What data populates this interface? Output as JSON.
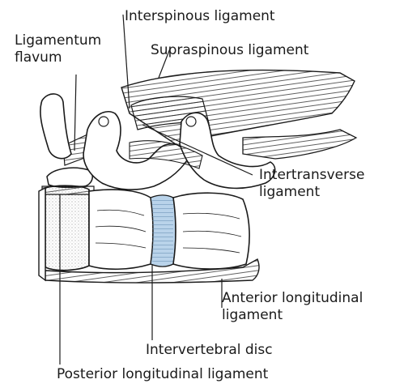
{
  "labels": {
    "interspinous": "Interspinous ligament",
    "ligamentum_flavum": [
      "Ligamentum",
      "flavum"
    ],
    "supraspinous": "Supraspinous ligament",
    "intertransverse": [
      "Intertransverse",
      "ligament"
    ],
    "anterior_longitudinal": [
      "Anterior longitudinal",
      "ligament"
    ],
    "intervertebral_disc": "Intervertebral disc",
    "posterior_longitudinal": "Posterior longitudinal ligament"
  },
  "colors": {
    "ink": "#1a1a1a",
    "disc": "#b9d3ea",
    "background": "#ffffff"
  }
}
